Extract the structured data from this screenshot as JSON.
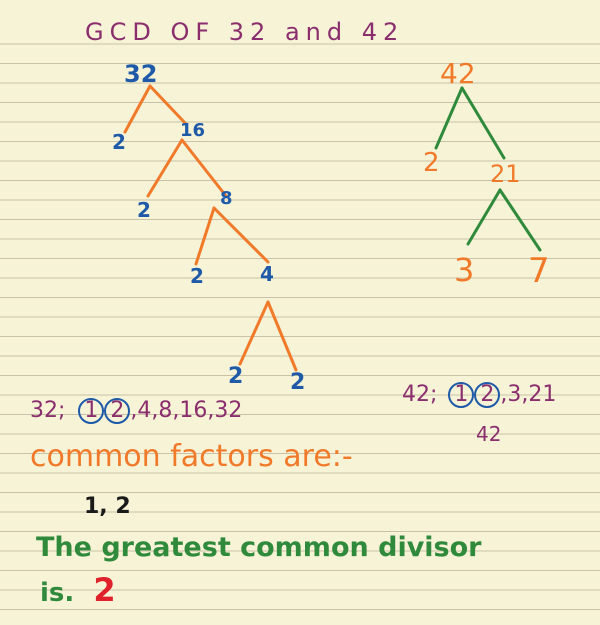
{
  "title": "GCD OF 32 and 42",
  "tree_32": {
    "root": "32",
    "level1": [
      "2",
      "16"
    ],
    "level2": [
      "2",
      "8"
    ],
    "level3": [
      "2",
      "4"
    ],
    "level4": [
      "2",
      "2"
    ]
  },
  "tree_42": {
    "root": "42",
    "level1": [
      "2",
      "21"
    ],
    "level2": [
      "3",
      "7"
    ]
  },
  "factors_32": {
    "prefix": "32;",
    "circled": [
      "1",
      "2"
    ],
    "rest": ",4,8,16,32"
  },
  "factors_42": {
    "prefix": "42;",
    "circled": [
      "1",
      "2"
    ],
    "rest": ",3,21",
    "last": "42"
  },
  "common_factors_heading": "common factors are:-",
  "common_factors_values": "1, 2",
  "conclusion_line1": "The greatest common divisor",
  "conclusion_line2_prefix": "is.",
  "answer": "2",
  "colors": {
    "paper": "#f7f3d6",
    "rule": "#c9c2a8",
    "blue": "#1e5aa8",
    "orange": "#f07a2a",
    "green": "#2f8a3c",
    "purple": "#8a2e6e",
    "red": "#e0202a",
    "black": "#1a1a1a"
  }
}
